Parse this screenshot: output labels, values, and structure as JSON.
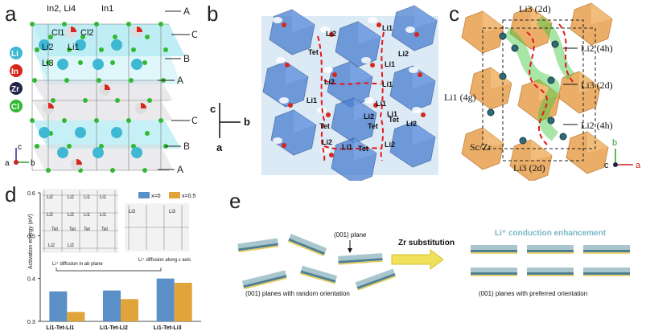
{
  "panels": {
    "a": {
      "label": "a",
      "atoms_top": [
        "In2, Li4",
        "In1",
        "Cl1",
        "Cl2",
        "Li2",
        "Li1",
        "Li3"
      ],
      "legend": [
        "Li",
        "In",
        "Zr",
        "Cl"
      ],
      "layer_letters": [
        "A",
        "C",
        "B",
        "A",
        "C",
        "B",
        "A"
      ],
      "axes": {
        "c": "c",
        "a": "a",
        "b": "b"
      }
    },
    "b": {
      "label": "b",
      "site_labels": [
        "Li2",
        "Li1",
        "Tet",
        "Li2",
        "Li1",
        "Li2",
        "Li1",
        "Li1",
        "Tet",
        "Li1",
        "Tet",
        "Li2",
        "Tet",
        "Li2",
        "Li1",
        "Tet",
        "Li2",
        "Li1",
        "Li2"
      ],
      "axes": {
        "c": "c",
        "b": "b",
        "a": "a"
      }
    },
    "c": {
      "label": "c",
      "sites": [
        "Li3 (2d)",
        "Li2 (4h)",
        "Li3 (2d)",
        "Li1 (4g)",
        "Li2 (4h)",
        "Sc/Zr",
        "Li3 (2d)"
      ],
      "axes": {
        "b": "b",
        "c": "c",
        "a": "a"
      }
    },
    "d": {
      "label": "d",
      "inset_text_left": "Li⁺ diffusion in ab plane",
      "inset_text_right": "Li⁺ diffusion along c axis",
      "inset_labels": [
        "Li2",
        "Li2",
        "Li1",
        "Li1",
        "Li2",
        "Li2",
        "Li1",
        "Li1",
        "Tet",
        "Tet",
        "Tet",
        "Tet",
        "Li2",
        "Li2",
        "Li3",
        "Li3"
      ],
      "legend": [
        "x=0",
        "x=0.5"
      ]
    },
    "e": {
      "label": "e",
      "plane_label": "(001) plane",
      "arrow_label": "Zr substitution",
      "enhancement": "Li⁺ conduction enhancement",
      "caption_left": "(001) planes with random orientation",
      "caption_right": "(001) planes with preferred orientation"
    }
  },
  "chart_data": {
    "type": "bar",
    "title": "",
    "xlabel": "",
    "ylabel": "Activation energy (eV)",
    "ylim": [
      0.3,
      0.6
    ],
    "yticks": [
      "0.3",
      "0.4",
      "0.5",
      "0.6"
    ],
    "categories": [
      "Li1-Tet-Li1",
      "Li1-Tet-Li2",
      "Li1-Tet-Li3"
    ],
    "series": [
      {
        "name": "x=0",
        "values": [
          0.37,
          0.372,
          0.4
        ]
      },
      {
        "name": "x=0.5",
        "values": [
          0.322,
          0.352,
          0.39
        ]
      }
    ]
  },
  "colors": {
    "li": "#3fb8d4",
    "in": "#d8261c",
    "zr": "#22244a",
    "cl": "#33b833",
    "bar0": "#5b8fc7",
    "bar1": "#e0a43a"
  }
}
